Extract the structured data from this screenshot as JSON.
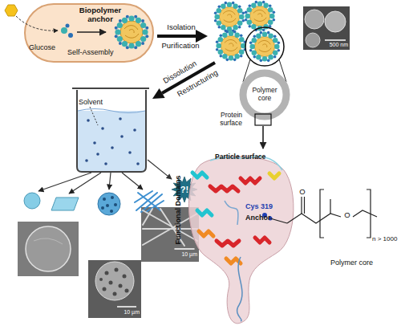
{
  "diagram": {
    "nodes": [
      {
        "text": [
          "Biopolymer anchor",
          "Glucose",
          "Self-Assembly"
        ]
      },
      {
        "text": [
          "500 nm"
        ]
      },
      {
        "text": [
          "Polymer core"
        ]
      },
      {
        "text": [
          "Solvent"
        ]
      },
      {
        "text": [
          "?!"
        ]
      },
      {
        "text": [
          "10 µm"
        ]
      },
      {
        "text": [
          "10 µm"
        ]
      }
    ],
    "edges": [
      {
        "from": 3,
        "to": 4,
        "arrow": "to"
      }
    ],
    "labels": [
      "Isolation",
      "Purification",
      "Dissolution",
      "Restructuring",
      "Protein surface",
      "Particle surface",
      "Functional Domains",
      "Cys 319",
      "Anchor",
      "O",
      "O",
      "n > 1000",
      "Polymer core"
    ]
  }
}
